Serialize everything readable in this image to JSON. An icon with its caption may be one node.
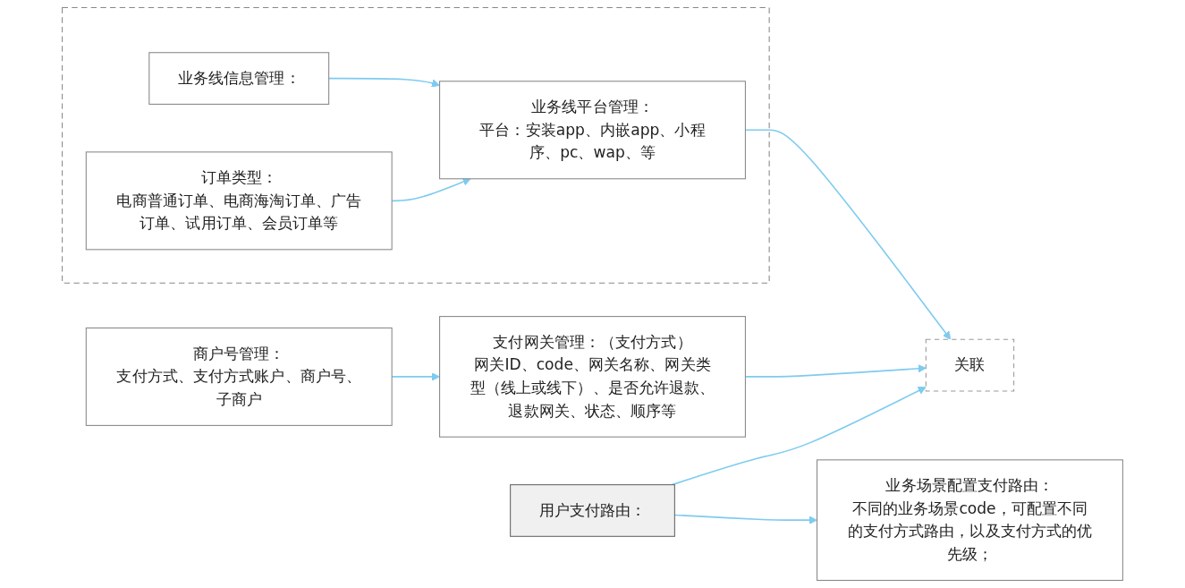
{
  "diagram": {
    "nodes": [
      {
        "text": [],
        "shape": "box"
      },
      {
        "text": [
          "业务线信息管理："
        ],
        "in": 0
      },
      {
        "text": [
          "业务线平台管理：",
          "平台：安装app、内嵌app、小程序、pc、wap、等"
        ],
        "in": 0
      },
      {
        "text": [
          "订单类型：",
          "电商普通订单、电商海淘订单、广告订单、试用订单、会员订单等"
        ],
        "in": 0
      },
      {
        "text": [
          "关联"
        ]
      },
      {
        "text": [
          "支付网关管理：（支付方式）",
          "网关ID、code、网关名称、网关类型（线上或线下）、是否允许退款、退款网关、状态、顺序等"
        ]
      },
      {
        "text": [
          "商户号管理：",
          "支付方式、支付方式账户、商户号、子商户"
        ]
      },
      {
        "text": [
          "用户支付路由："
        ]
      },
      {
        "text": [
          "业务场景配置支付路由：",
          "不同的业务场景code，可配置不同的支付方式路由，以及支付方式的优先级；"
        ]
      }
    ],
    "edges": [
      {
        "from": 1,
        "to": 2,
        "arrow": "to"
      },
      {
        "from": 3,
        "to": 2,
        "arrow": "to"
      },
      {
        "from": 2,
        "to": 4,
        "arrow": "to"
      },
      {
        "from": 5,
        "to": 4,
        "arrow": "to"
      },
      {
        "from": 6,
        "to": 5,
        "arrow": "to"
      },
      {
        "from": 7,
        "to": 4,
        "arrow": "to"
      },
      {
        "from": 7,
        "to": 8,
        "arrow": "to"
      }
    ]
  }
}
